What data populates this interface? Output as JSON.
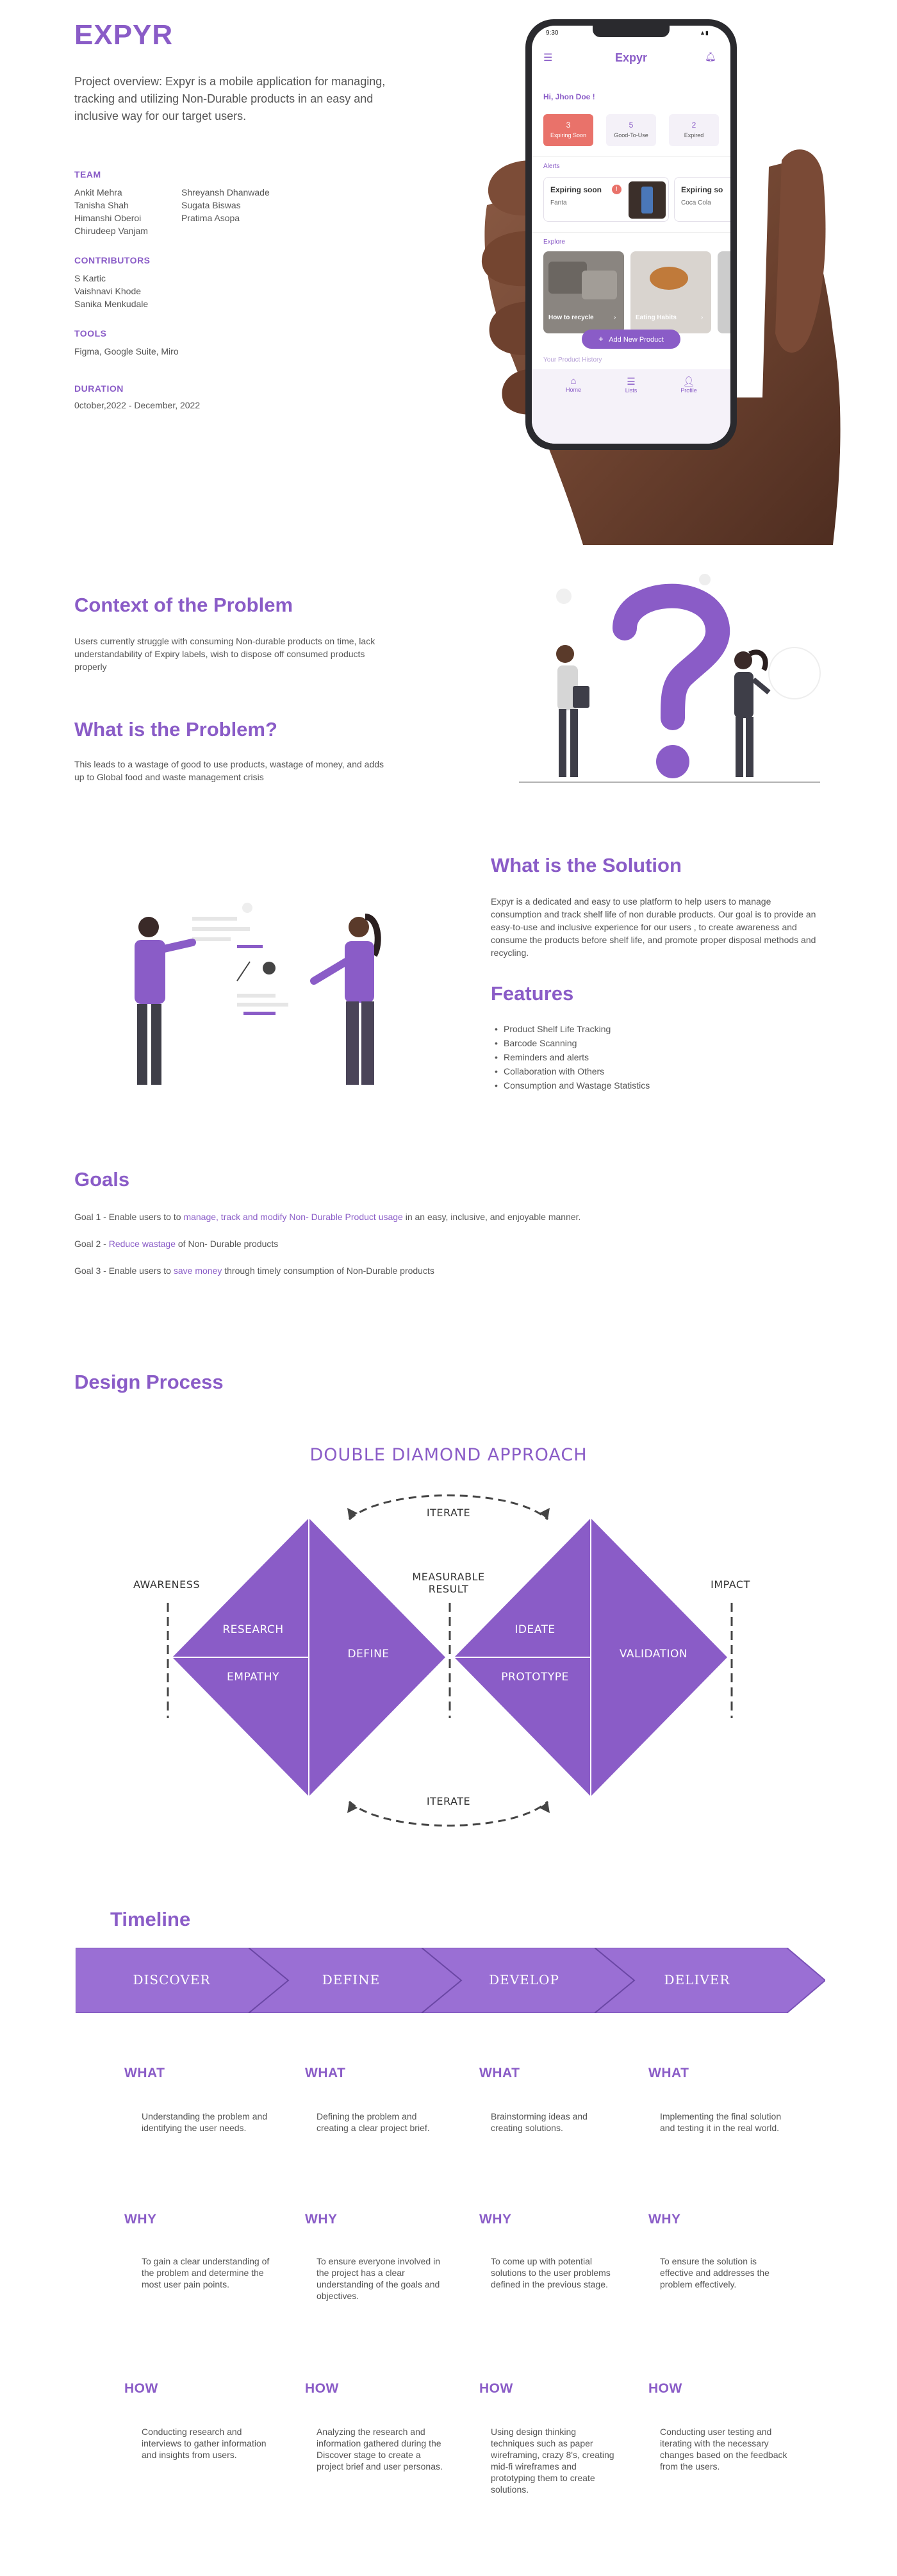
{
  "header": {
    "logo": "EXPYR",
    "overview": "Project overview: Expyr is a mobile application for managing, tracking and utilizing Non-Durable products in an easy and inclusive way for our  target users."
  },
  "team": {
    "title": "TEAM",
    "col1": [
      "Ankit Mehra",
      "Tanisha Shah",
      "Himanshi Oberoi",
      "Chirudeep Vanjam"
    ],
    "col2": [
      "Shreyansh Dhanwade",
      "Sugata Biswas",
      "Pratima Asopa"
    ]
  },
  "contributors": {
    "title": "CONTRIBUTORS",
    "names": [
      "S Kartic",
      "Vaishnavi Khode",
      "Sanika Menkudale"
    ]
  },
  "tools": {
    "title": "TOOLS",
    "value": "Figma, Google Suite, Miro"
  },
  "duration": {
    "title": "DURATION",
    "value": "0ctober,2022  - December, 2022"
  },
  "phone": {
    "time": "9:30",
    "app_title": "Expyr",
    "greeting": "Hi, Jhon Doe !",
    "stats": [
      {
        "count": "3",
        "label": "Expiring Soon"
      },
      {
        "count": "5",
        "label": "Good-To-Use"
      },
      {
        "count": "2",
        "label": "Expired"
      }
    ],
    "alerts_title": "Alerts",
    "alert1_title": "Expiring soon",
    "alert1_badge": "!",
    "alert1_item": "Fanta",
    "alert2_title": "Expiring so",
    "alert2_item": "Coca Cola",
    "explore_title": "Explore",
    "explore1": "How to recycle",
    "explore2": "Eating Habits",
    "add_button": "Add New Product",
    "history_title": "Your Product History",
    "nav": [
      "Home",
      "Lists",
      "Profile"
    ]
  },
  "context": {
    "title": "Context of the Problem",
    "text": "Users currently struggle with consuming Non-durable products on time, lack understandability of Expiry labels, wish to dispose off consumed products properly"
  },
  "problem": {
    "title": "What is the Problem?",
    "text": "This leads to a wastage of good to use products, wastage of money, and adds up to Global food and waste management crisis"
  },
  "solution": {
    "title": "What is the Solution",
    "text": "Expyr is a dedicated and easy to use platform to help users to manage consumption and track shelf life  of non durable products. Our goal is to provide an easy-to-use  and inclusive experience for our users , to create awareness and consume the products before  shelf life, and promote proper disposal methods and recycling."
  },
  "features": {
    "title": "Features",
    "items": [
      "Product Shelf Life Tracking",
      "Barcode Scanning",
      "Reminders and alerts",
      "Collaboration with Others",
      "Consumption and Wastage Statistics"
    ]
  },
  "goals": {
    "title": "Goals",
    "g1_pre": "Goal 1 - Enable users to to ",
    "g1_hl": "manage, track and modify Non- Durable Product usage",
    "g1_post": " in an easy, inclusive, and enjoyable manner.",
    "g2_pre": "Goal 2 - ",
    "g2_hl": "Reduce wastage",
    "g2_post": " of  Non- Durable products",
    "g3_pre": "Goal 3 - Enable users to ",
    "g3_hl": "save money",
    "g3_post": " through timely consumption of Non-Durable products"
  },
  "design_process": {
    "title": "Design Process",
    "dd_title": "DOUBLE DIAMOND APPROACH",
    "iterate": "ITERATE",
    "awareness": "AWARENESS",
    "measurable1": "MEASURABLE",
    "measurable2": "RESULT",
    "impact": "IMPACT",
    "research": "RESEARCH",
    "empathy": "EMPATHY",
    "define": "DEFINE",
    "ideate": "IDEATE",
    "prototype": "PROTOTYPE",
    "validation": "VALIDATION"
  },
  "timeline": {
    "title": "Timeline",
    "phases": [
      "DISCOVER",
      "DEFINE",
      "DEVELOP",
      "DELIVER"
    ],
    "what_label": "WHAT",
    "why_label": "WHY",
    "how_label": "HOW",
    "what": [
      "Understanding the problem and identifying the user needs.",
      "Defining the problem and creating a clear project brief.",
      "Brainstorming ideas and creating solutions.",
      "Implementing the final solution and testing it in the real world."
    ],
    "why": [
      "To gain a clear understanding of the problem and determine the most user pain points.",
      "To ensure everyone involved in the project has a clear understanding of the goals and objectives.",
      "To come up with potential solutions to the user problems defined in the previous stage.",
      "To ensure the solution is effective and addresses the problem effectively."
    ],
    "how": [
      "Conducting research and interviews to gather information and insights from users.",
      "Analyzing the research and information gathered during the Discover stage to create a project brief and user personas.",
      "Using design thinking techniques such as paper wireframing, crazy 8's, creating mid-fi wireframes and prototyping them to create solutions.",
      "Conducting user testing and iterating with the necessary changes based on the feedback from the users."
    ]
  },
  "colors": {
    "accent": "#8a5cc7",
    "accent_light": "#9a6fd4",
    "alert_red": "#e9726a"
  }
}
